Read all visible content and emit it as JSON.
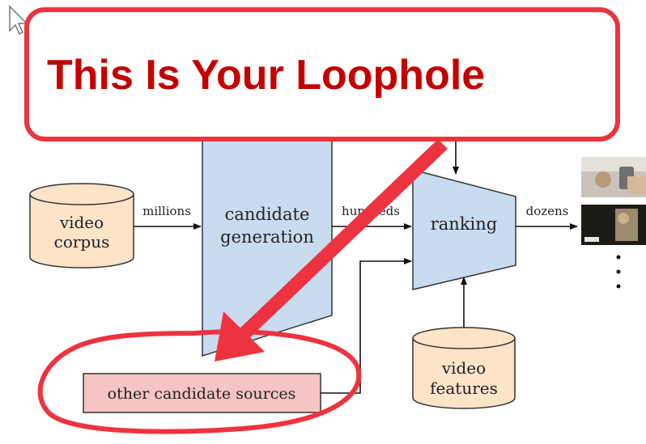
{
  "banner": {
    "text": "This Is Your Loophole"
  },
  "nodes": {
    "video_corpus": {
      "line1": "video",
      "line2": "corpus"
    },
    "candidate_generation": {
      "line1": "candidate",
      "line2": "generation"
    },
    "ranking": {
      "label": "ranking"
    },
    "video_features": {
      "line1": "video",
      "line2": "features"
    },
    "other_sources": {
      "label": "other candidate sources"
    }
  },
  "edges": {
    "millions": "millions",
    "hundreds": "hundreds",
    "dozens": "dozens"
  },
  "colors": {
    "banner_border": "#e8353f",
    "banner_text": "#c40000",
    "annotation": "#ee3340",
    "db_fill": "#fde3c8",
    "stage_fill": "#c9dcef",
    "source_fill": "#f5c4c4"
  }
}
